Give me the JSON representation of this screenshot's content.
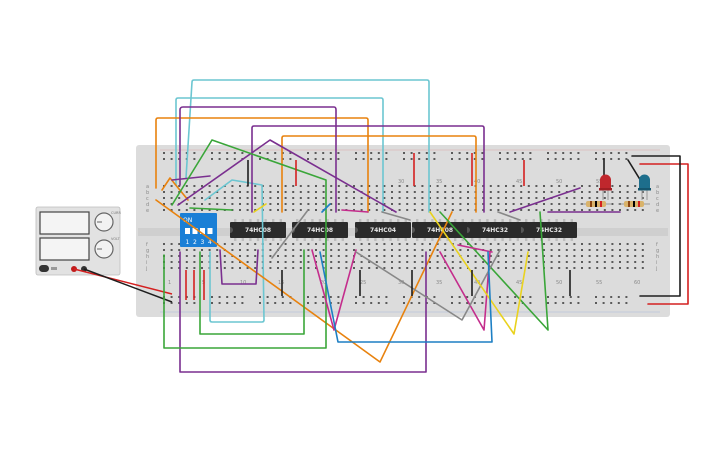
{
  "chips": [
    {
      "label": "74HC08",
      "color": "#2b2b2b"
    },
    {
      "label": "74HC08",
      "color": "#2b2b2b"
    },
    {
      "label": "74HC04",
      "color": "#2b2b2b"
    },
    {
      "label": "74HC08",
      "color": "#2b2b2b"
    },
    {
      "label": "74HC32",
      "color": "#2b2b2b"
    },
    {
      "label": "74HC32",
      "color": "#2b2b2b"
    }
  ],
  "column_numbers_top": [
    "30",
    "35",
    "40",
    "45",
    "50",
    "55"
  ],
  "column_numbers_bottom": [
    "1",
    "5",
    "10",
    "15",
    "20",
    "25",
    "30",
    "35",
    "40",
    "45",
    "50",
    "55",
    "60"
  ],
  "row_letters_top": [
    "a",
    "b",
    "c",
    "d",
    "e"
  ],
  "row_letters_bottom": [
    "f",
    "g",
    "h",
    "i",
    "j"
  ],
  "dip_switch": {
    "on_label": "ON",
    "positions": [
      "1",
      "2",
      "3",
      "4"
    ],
    "color": "#1a7fd6"
  },
  "psu": {
    "knob_labels": [
      "CURR",
      "VOLT"
    ]
  },
  "leds": [
    {
      "name": "red-led",
      "color": "#c0272d"
    },
    {
      "name": "blue-led",
      "color": "#1d6e8c"
    }
  ],
  "wire_colors": {
    "cyan": "#6cc6d1",
    "purple": "#7a2f8f",
    "orange": "#e8820e",
    "green": "#3aa639",
    "magenta": "#c42d8c",
    "gray": "#888888",
    "yellow": "#e9d21e",
    "blue": "#1d7fc4",
    "red": "#d42020",
    "black": "#1e1e1e"
  }
}
